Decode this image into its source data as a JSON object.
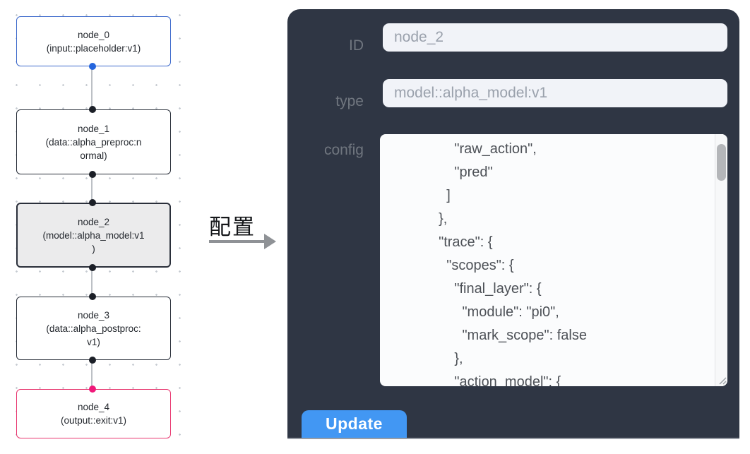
{
  "canvas": {
    "nodes": [
      {
        "title": "node_0",
        "lines": [
          "(input::placeholder:v1)"
        ],
        "role": "input",
        "selected": false
      },
      {
        "title": "node_1",
        "lines": [
          "(data::alpha_preproc:n",
          "ormal)"
        ],
        "role": "data",
        "selected": false
      },
      {
        "title": "node_2",
        "lines": [
          "(model::alpha_model:v1",
          ")"
        ],
        "role": "model",
        "selected": true
      },
      {
        "title": "node_3",
        "lines": [
          "(data::alpha_postproc:",
          "v1)"
        ],
        "role": "data",
        "selected": false
      },
      {
        "title": "node_4",
        "lines": [
          "(output::exit:v1)"
        ],
        "role": "output",
        "selected": false
      }
    ]
  },
  "annotation": {
    "caption": "配置"
  },
  "panel": {
    "fields": [
      {
        "label": "ID",
        "value": "node_2"
      },
      {
        "label": "type",
        "value": "model::alpha_model:v1"
      }
    ],
    "config": {
      "label": "config",
      "text": "      \"raw_action\",\n      \"pred\"\n    ]\n  },\n  \"trace\": {\n    \"scopes\": {\n      \"final_layer\": {\n        \"module\": \"pi0\",\n        \"mark_scope\": false\n      },\n      \"action_model\": {"
    },
    "update_button": "Update"
  },
  "colors": {
    "panel_background": "#2f3644",
    "accent_blue": "#4297f3",
    "node_input_border": "#3b68cb",
    "node_output_border": "#e8366f",
    "port_blue": "#2465dd",
    "port_pink": "#f0197a"
  }
}
